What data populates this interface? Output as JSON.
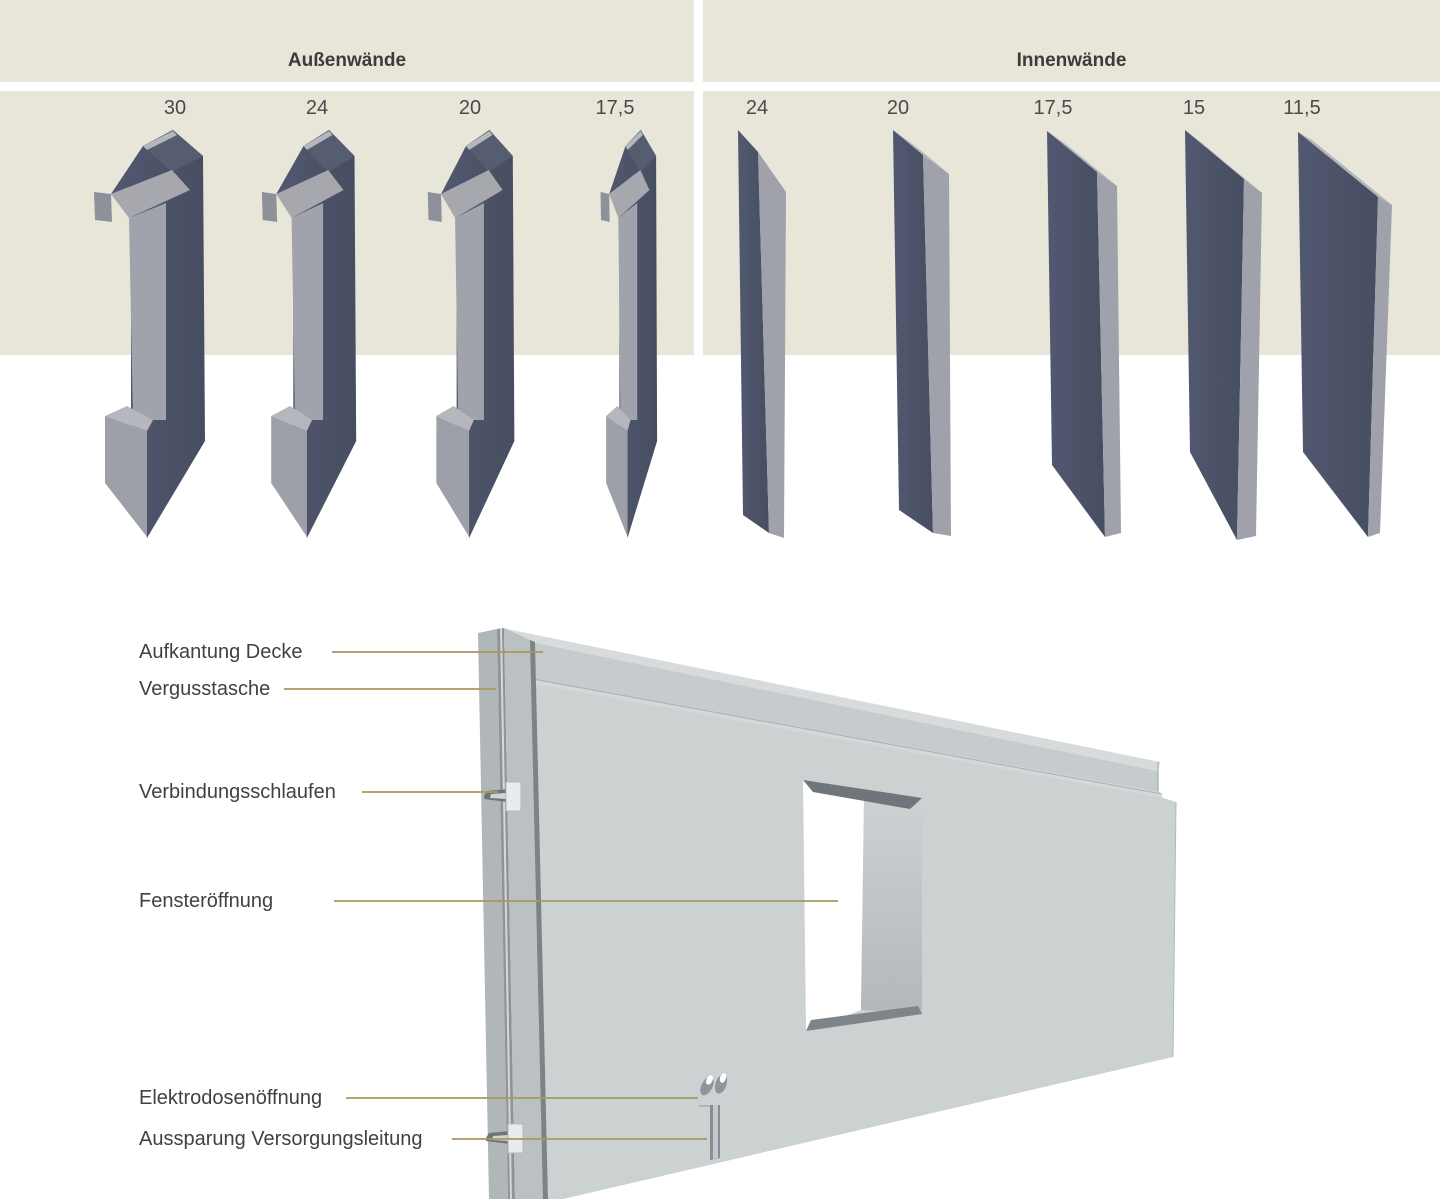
{
  "panels": {
    "exterior": {
      "title": "Außenwände",
      "thicknesses": [
        "30",
        "24",
        "20",
        "17,5"
      ]
    },
    "interior": {
      "title": "Innenwände",
      "thicknesses": [
        "24",
        "20",
        "17,5",
        "15",
        "11,5"
      ]
    }
  },
  "diagram": {
    "labels": [
      "Aufkantung Decke",
      "Vergusstasche",
      "Verbindungsschlaufen",
      "Fensteröffnung",
      "Elektrodosenöffnung",
      "Aussparung Versorgungsleitung"
    ]
  },
  "colors": {
    "band_beige": "#e8e5d9",
    "wall_core_dark": "#4b5266",
    "wall_shell_gray": "#a3a6ac",
    "concrete_light": "#ccd1d2",
    "leader_line": "#a7985e",
    "label_text": "#3f4145"
  }
}
